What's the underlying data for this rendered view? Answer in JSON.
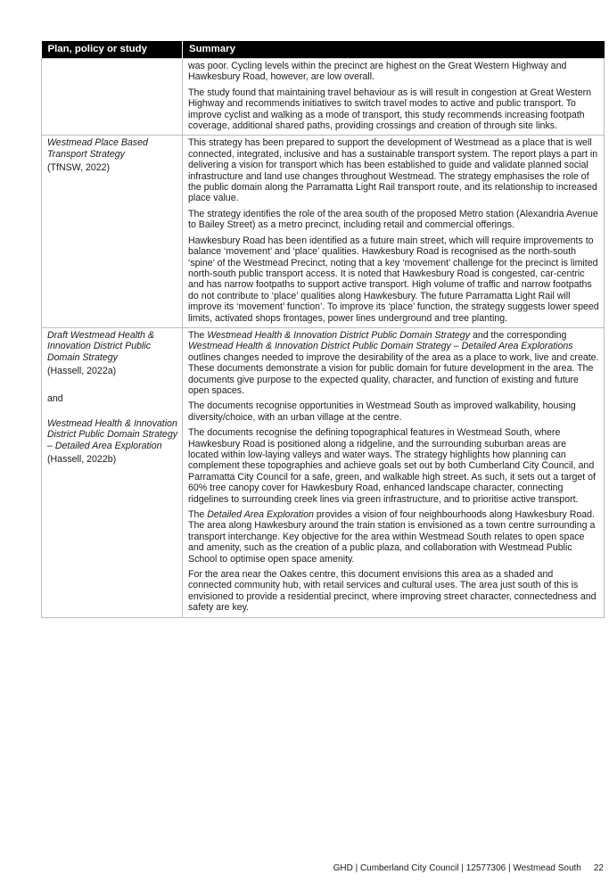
{
  "table": {
    "headers": [
      "Plan, policy or study",
      "Summary"
    ],
    "row0": {
      "p1": "was poor. Cycling levels within the precinct are highest on the Great Western Highway and Hawkesbury Road, however, are low overall.",
      "p2": "The study found that maintaining travel behaviour as is will result in congestion at Great Western Highway and recommends initiatives to switch travel modes to active and public transport. To improve cyclist and walking as a mode of transport, this study recommends increasing footpath coverage, additional shared paths, providing crossings and creation of through site links."
    },
    "row1": {
      "title": "Westmead Place Based Transport Strategy",
      "source": "(TfNSW, 2022)",
      "p1": "This strategy has been prepared to support the development of Westmead as a place that is well connected, integrated, inclusive and has a sustainable transport system. The report plays a part in delivering a vision for transport which has been established to guide and validate planned social infrastructure and land use changes throughout Westmead. The strategy emphasises the role of the public domain along the Parramatta Light Rail transport route, and its relationship to increased place value.",
      "p2": "The strategy identifies the role of the area south of the proposed Metro station (Alexandria Avenue to Bailey Street) as a metro precinct, including retail and commercial offerings.",
      "p3": "Hawkesbury Road has been identified as a future main street, which will require improvements to balance ‘movement’ and ‘place’ qualities. Hawkesbury Road is recognised as the north-south ‘spine’ of the Westmead Precinct, noting that a key ‘movement’ challenge for the precinct is limited north-south public transport access. It is noted that Hawkesbury Road is congested, car-centric and has narrow footpaths to support active transport. High volume of traffic and narrow footpaths do not contribute to ‘place’ qualities along Hawkesbury. The future Parramatta Light Rail will improve its ‘movement’ function’. To improve its ‘place’ function, the strategy suggests lower speed limits, activated shops frontages, power lines underground and tree planting."
    },
    "row2": {
      "title1": "Draft Westmead Health & Innovation District Public Domain Strategy",
      "source1": "(Hassell, 2022a)",
      "and": "and",
      "title2": "Westmead Health & Innovation District Public Domain Strategy – Detailed Area Exploration",
      "source2": "(Hassell, 2022b)",
      "p1_a": "The ",
      "p1_b": "Westmead Health & Innovation District Public Domain Strategy",
      "p1_c": " and the corresponding ",
      "p1_d": "Westmead Health & Innovation District Public Domain Strategy – Detailed Area Explorations",
      "p1_e": " outlines changes needed to improve the desirability of the area as a place to work, live and create. These documents demonstrate a vision for public domain for future development in the area. The documents give purpose to the expected quality, character, and function of existing and future open spaces.",
      "p2": "The documents recognise opportunities in Westmead South as improved walkability, housing diversity/choice, with an urban village at the centre.",
      "p3": "The documents recognise the defining topographical features in Westmead South, where Hawkesbury Road is positioned along a ridgeline, and the surrounding suburban areas are located within low-laying valleys and water ways. The strategy highlights how planning can complement these topographies and achieve goals set out by both Cumberland City Council, and Parramatta City Council for a safe, green, and walkable high street. As such, it sets out a target of 60% tree canopy cover for Hawkesbury Road, enhanced landscape character, connecting ridgelines to surrounding creek lines via green infrastructure, and to prioritise active transport.",
      "p4_a": "The ",
      "p4_b": "Detailed Area Exploration",
      "p4_c": " provides a vision of four neighbourhoods along Hawkesbury Road. The area along Hawkesbury around the train station is envisioned as a town centre surrounding a transport interchange. Key objective for the area within Westmead South relates to open space and amenity, such as the creation of a public plaza, and collaboration with Westmead Public School to optimise open space amenity.",
      "p5": "For the area near the Oakes centre, this document envisions this area as a shaded and connected community hub, with retail services and cultural uses. The area just south of this is envisioned to provide a residential precinct, where improving street character, connectedness and safety are key."
    }
  },
  "footer": {
    "text": "GHD | Cumberland City Council | 12577306 | Westmead South",
    "page": "22"
  }
}
